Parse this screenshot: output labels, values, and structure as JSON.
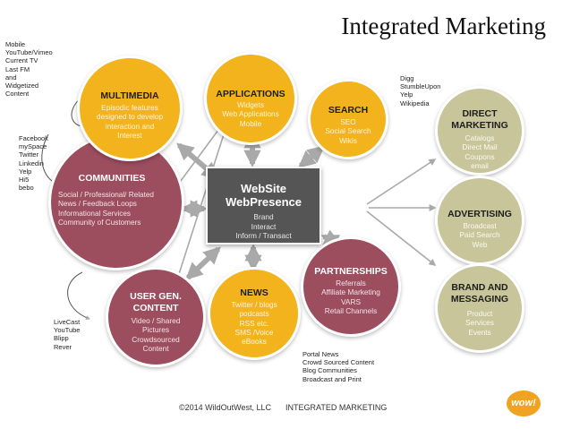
{
  "title": "Integrated Marketing",
  "colors": {
    "yellow": "#f2b31c",
    "maroon": "#9c4d5e",
    "olive": "#c8c59a",
    "center": "#555555",
    "arrow": "#a9a9a9"
  },
  "notes": {
    "mobile": [
      "Mobile",
      "YouTube/Vimeo",
      "Current TV",
      "Last FM",
      "and",
      "Widgetized",
      "Content"
    ],
    "social": [
      "Facebook",
      "mySpace",
      "Twitter",
      "Linkedin",
      "Yelp",
      "Hi5",
      "bebo"
    ],
    "video": [
      "LiveCast",
      "YouTube",
      "Blipp",
      "Rever"
    ],
    "search": [
      "Digg",
      "StumbleUpon",
      "Yelp",
      "Wikipedia"
    ],
    "partners": [
      "Portal News",
      "Crowd Sourced Content",
      "Blog Communities",
      "Broadcast and Print"
    ]
  },
  "center": {
    "title": [
      "WebSite",
      "WebPresence"
    ],
    "lines": [
      "Brand",
      "Interact",
      "Inform / Transact"
    ]
  },
  "nodes": {
    "multimedia": {
      "title": [
        "MULTIMEDIA"
      ],
      "lines": [
        "Episodic features",
        "designed to develop",
        "interaction and",
        "Interest"
      ]
    },
    "applications": {
      "title": [
        "APPLICATIONS"
      ],
      "lines": [
        "Widgets",
        "Web Applications",
        "Mobile"
      ]
    },
    "search": {
      "title": [
        "SEARCH"
      ],
      "lines": [
        "SEO",
        "Social Search",
        "Wikis"
      ]
    },
    "communities": {
      "title": [
        "COMMUNITIES"
      ],
      "lines": [
        "Social / Professional/ Related",
        "News / Feedback Loops",
        "Informational Services",
        "Community of Customers"
      ]
    },
    "user_gen": {
      "title": [
        "USER GEN.",
        "CONTENT"
      ],
      "lines": [
        "Video / Shared",
        "Pictures",
        "Crowdsourced",
        "Content"
      ]
    },
    "news": {
      "title": [
        "NEWS"
      ],
      "lines": [
        "Twitter / blogs",
        "podcasts",
        "RSS etc.",
        "SMS /Voice",
        "eBooks"
      ]
    },
    "partnerships": {
      "title": [
        "PARTNERSHIPS"
      ],
      "lines": [
        "Referrals",
        "Affiliate Marketing",
        "VARS",
        "Retail Channels"
      ]
    },
    "direct": {
      "title": [
        "DIRECT",
        "MARKETING"
      ],
      "lines": [
        "Catalogs",
        "Direct Mail",
        "Coupons",
        "email"
      ]
    },
    "advertising": {
      "title": [
        "ADVERTISING"
      ],
      "lines": [
        "Broadcast",
        "Paid Search",
        "Web"
      ]
    },
    "brand": {
      "title": [
        "BRAND AND",
        "MESSAGING"
      ],
      "lines": [
        "Product",
        "Services",
        "Events"
      ]
    }
  },
  "footer": {
    "copyright": "©2014 WildOutWest, LLC",
    "label": "INTEGRATED MARKETING"
  },
  "logo": "wow!"
}
